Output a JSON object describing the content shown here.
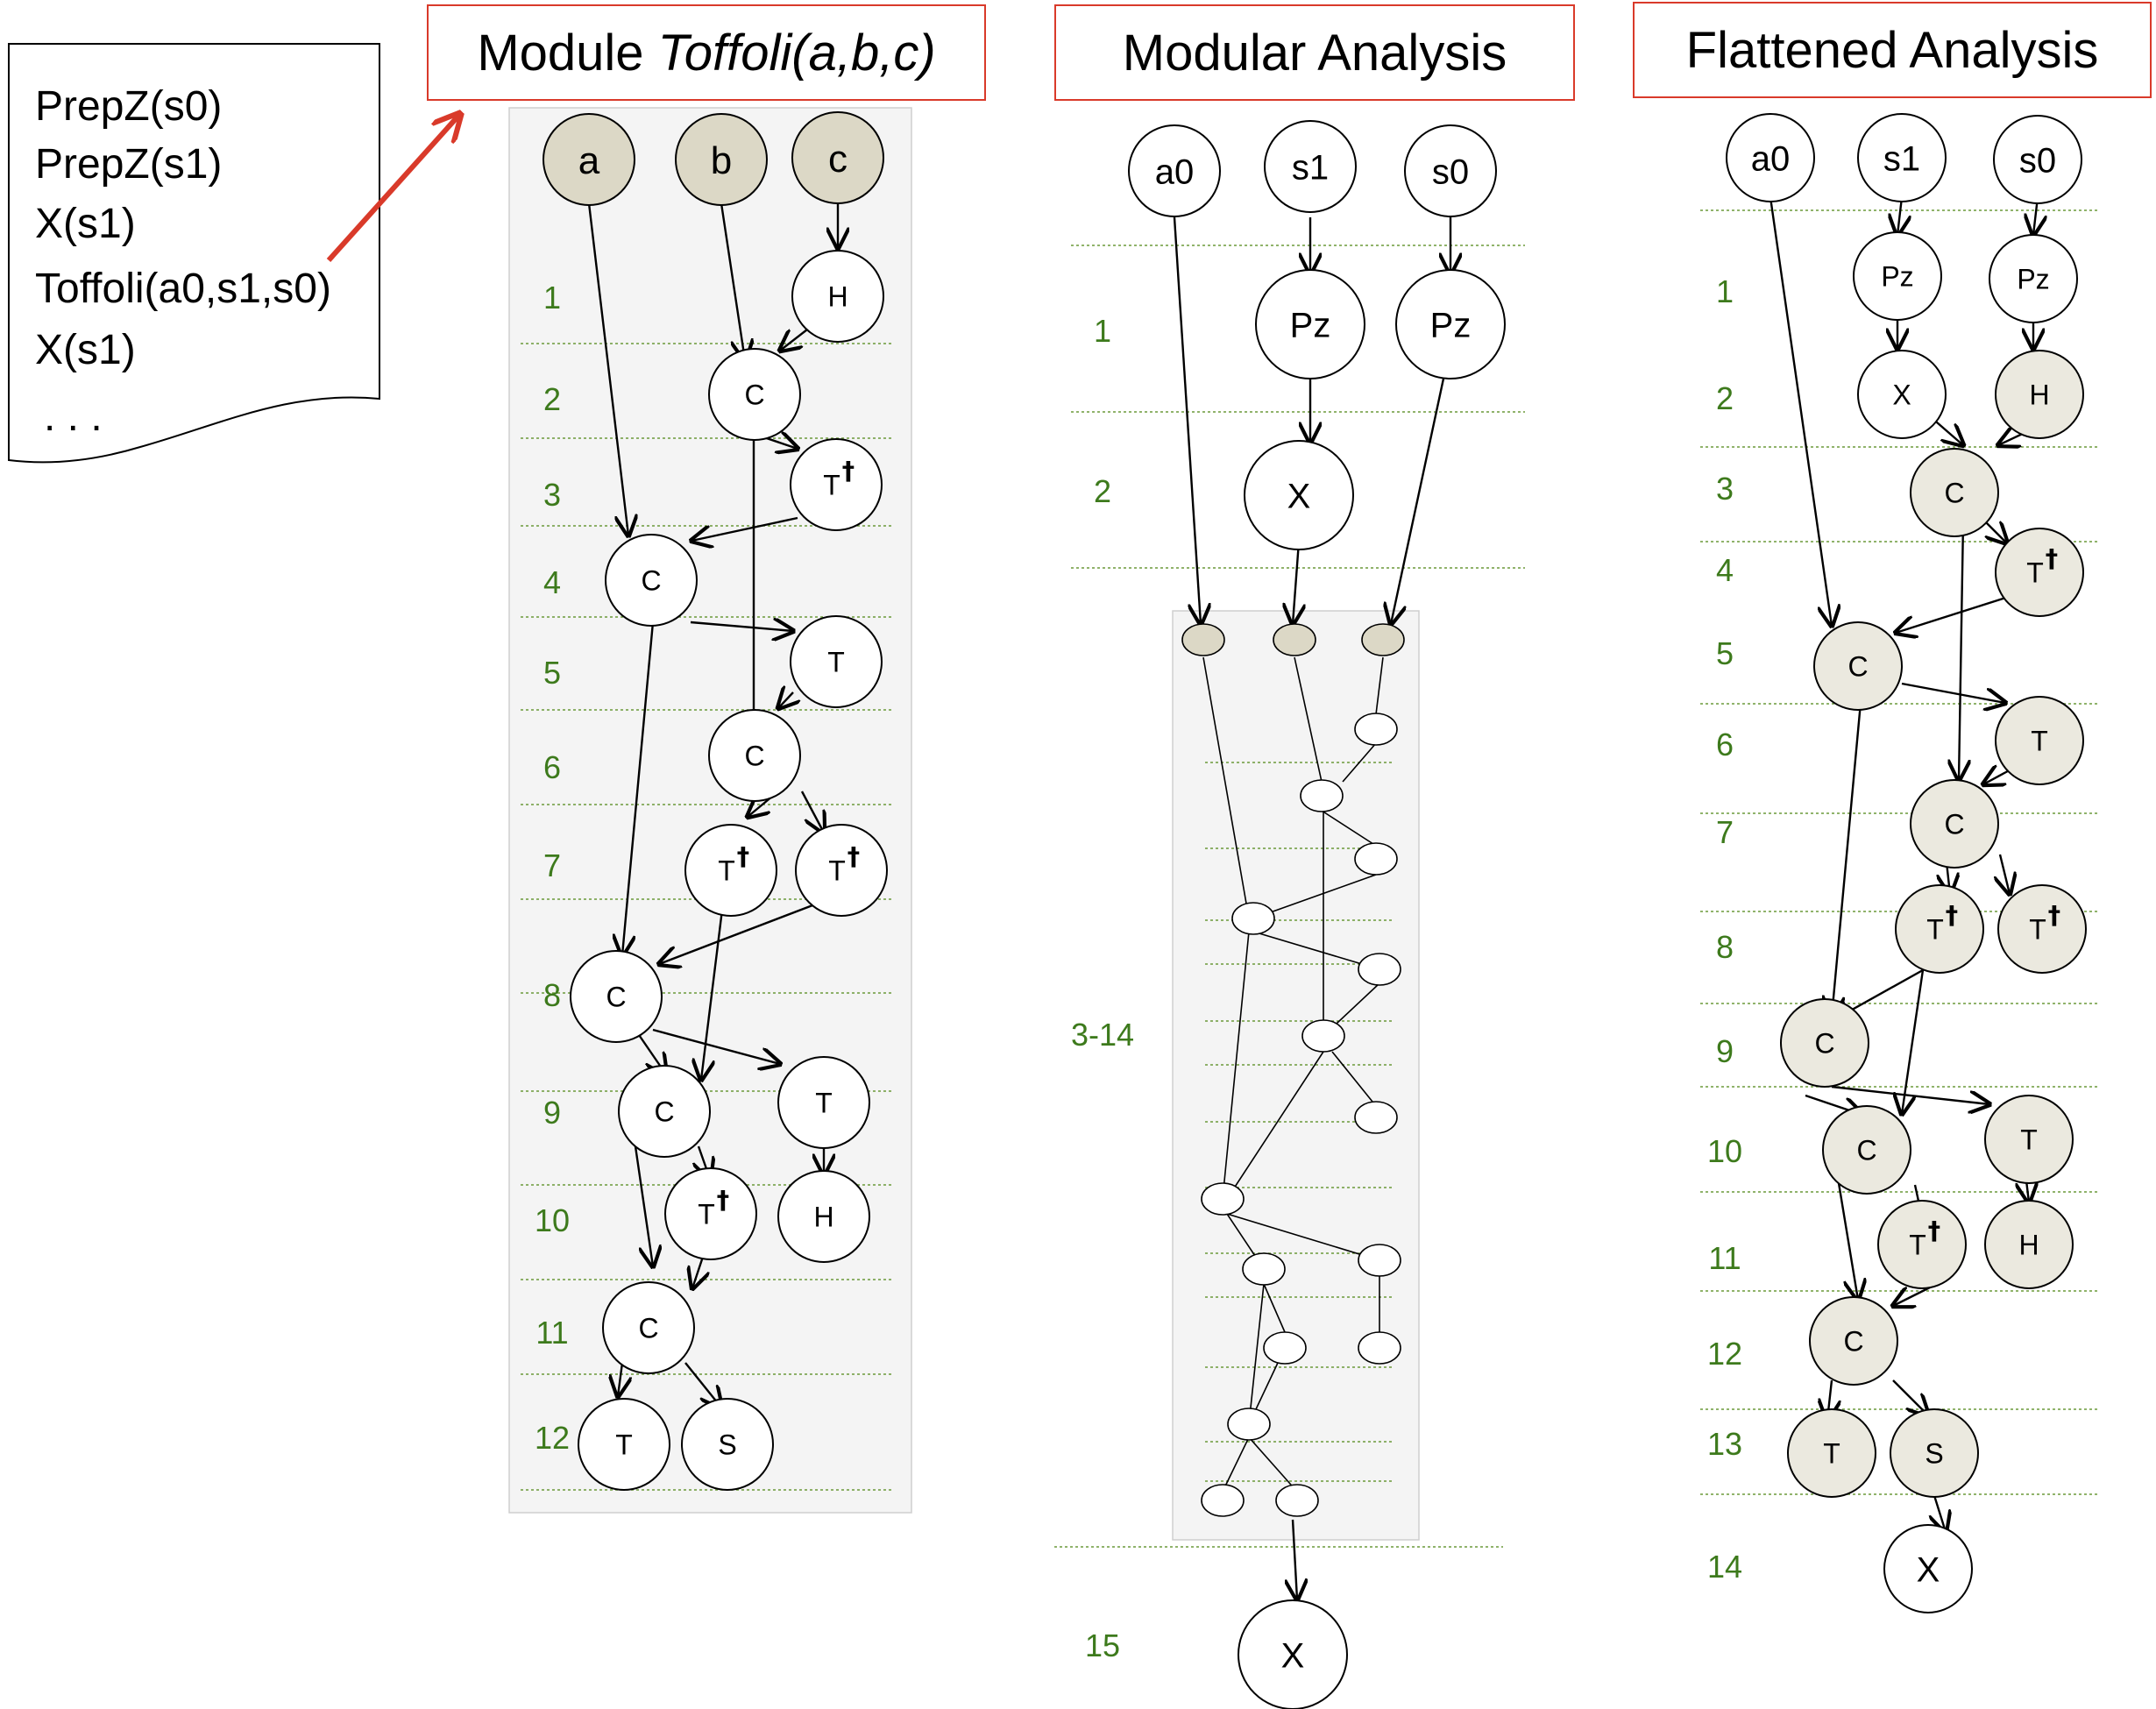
{
  "source_code": {
    "lines": [
      "PrepZ(s0)",
      "PrepZ(s1)",
      "X(s1)",
      "Toffoli(a0,s1,s0)",
      "X(s1)",
      ". . ."
    ]
  },
  "panels": {
    "module": {
      "title_prefix": "Module ",
      "title_italic": "Toffoli(a,b,c)",
      "step_labels": [
        "1",
        "2",
        "3",
        "4",
        "5",
        "6",
        "7",
        "8",
        "9",
        "10",
        "11",
        "12"
      ],
      "inputs": [
        "a",
        "b",
        "c"
      ],
      "gates": [
        "H",
        "C",
        "T†",
        "C",
        "T",
        "C",
        "T†",
        "T†",
        "C",
        "C",
        "T",
        "T†",
        "H",
        "C",
        "T",
        "S"
      ]
    },
    "modular": {
      "title": "Modular Analysis",
      "step_labels": [
        "1",
        "2",
        "3-14",
        "15"
      ],
      "inputs": [
        "a0",
        "s1",
        "s0"
      ],
      "gates": [
        "Pz",
        "Pz",
        "X",
        "X"
      ]
    },
    "flattened": {
      "title": "Flattened Analysis",
      "step_labels": [
        "1",
        "2",
        "3",
        "4",
        "5",
        "6",
        "7",
        "8",
        "9",
        "10",
        "11",
        "12",
        "13",
        "14"
      ],
      "inputs": [
        "a0",
        "s1",
        "s0"
      ],
      "gates": [
        "Pz",
        "Pz",
        "X",
        "H",
        "C",
        "T†",
        "C",
        "T",
        "C",
        "T†",
        "T†",
        "C",
        "C",
        "T",
        "T†",
        "H",
        "C",
        "T",
        "S",
        "X"
      ]
    }
  },
  "colors": {
    "title_border": "#d93a2a",
    "arrow_red": "#d93a2a",
    "step_label": "#3d7a1c",
    "dotted_line": "#6b9a3a",
    "shaded_node": "#ebe9df",
    "input_node": "#dcd8c6",
    "panel_bg": "#f4f4f4"
  }
}
